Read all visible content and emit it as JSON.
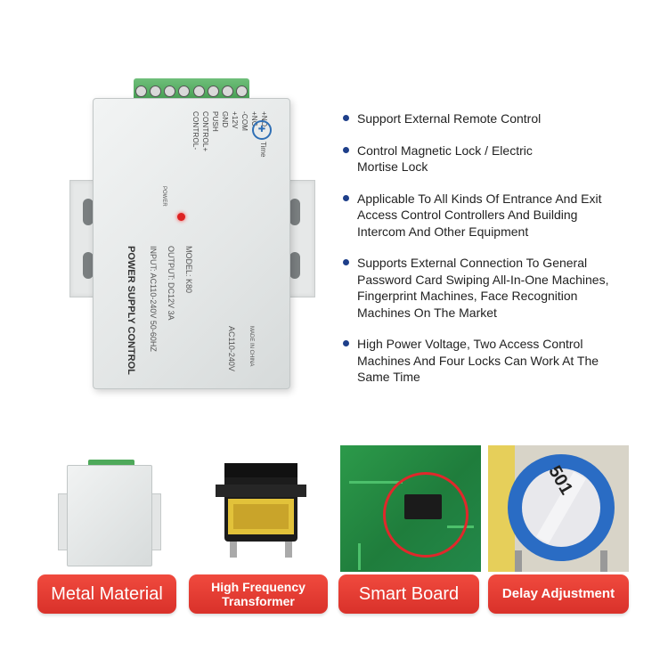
{
  "product": {
    "terminal_labels": [
      "CONTROL-",
      "CONTROL+",
      "PUSH",
      "GND",
      "+12V",
      "-COM",
      "+NC",
      "+NO"
    ],
    "brand": "Time",
    "power_label": "POWER",
    "title": "POWER SUPPLY CONTROL",
    "input": "INPUT: AC110-240V  50-60HZ",
    "output": "OUTPUT: DC12V  3A",
    "model": "MODEL: K80",
    "voltage": "AC110-240V",
    "made_in": "MADE IN CHINA"
  },
  "features": [
    "Support External Remote Control",
    "Control Magnetic Lock / Electric Mortise Lock",
    "Applicable To All Kinds Of Entrance And Exit Access Control Controllers And Building Intercom And Other Equipment",
    "Supports External Connection To General Password Card Swiping All-In-One Machines, Fingerprint Machines, Face Recognition Machines On The Market",
    "High Power Voltage, Two Access Control Machines And Four Locks Can Work At The Same Time"
  ],
  "thumbnails": [
    {
      "label": "Metal Material"
    },
    {
      "label_line1": "High Frequency",
      "label_line2": "Transformer"
    },
    {
      "label": "Smart Board"
    },
    {
      "label": "Delay Adjustment"
    }
  ],
  "potentiometer_text": "501",
  "colors": {
    "accent": "#e23a30",
    "bullet": "#1e3f8a",
    "terminal": "#3f9a4d"
  }
}
